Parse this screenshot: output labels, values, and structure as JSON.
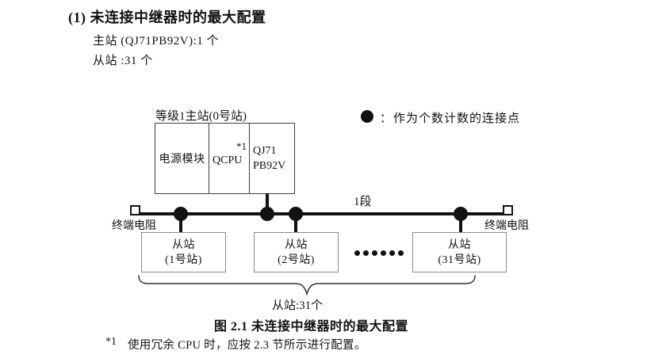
{
  "header": {
    "title": "(1) 未连接中继器时的最大配置",
    "master_line": "主站 (QJ71PB92V):1 个",
    "slave_line": "从站 :31 个"
  },
  "legend": {
    "marker_icon": "connection-point-dot",
    "separator": "：",
    "text": "作为个数计数的连接点"
  },
  "diagram": {
    "master_station": {
      "label": "等级1主站(0号站)",
      "power_module": "电源模块",
      "cpu": "QCPU",
      "cpu_note": "*1",
      "network_module_line1": "QJ71",
      "network_module_line2": "PB92V"
    },
    "bus": {
      "segment_label": "1段",
      "terminator_left": "终端电阻",
      "terminator_right": "终端电阻",
      "connection_point_count": 4
    },
    "slaves": [
      {
        "line1": "从站",
        "line2": "(1号站)"
      },
      {
        "line1": "从站",
        "line2": "(2号站)"
      },
      {
        "line1": "从站",
        "line2": "(31号站)"
      }
    ],
    "ellipsis_dot_count": 6,
    "brace_label": "从站:31个"
  },
  "caption": "图 2.1 未连接中继器时的最大配置",
  "footnote": {
    "marker": "*1",
    "text": "使用冗余 CPU 时，应按 2.3 节所示进行配置。"
  },
  "colors": {
    "ink": "#111111",
    "master_box_border": "#3d3d3d",
    "slave_box_border": "#8a8a8a",
    "background": "#ffffff"
  }
}
